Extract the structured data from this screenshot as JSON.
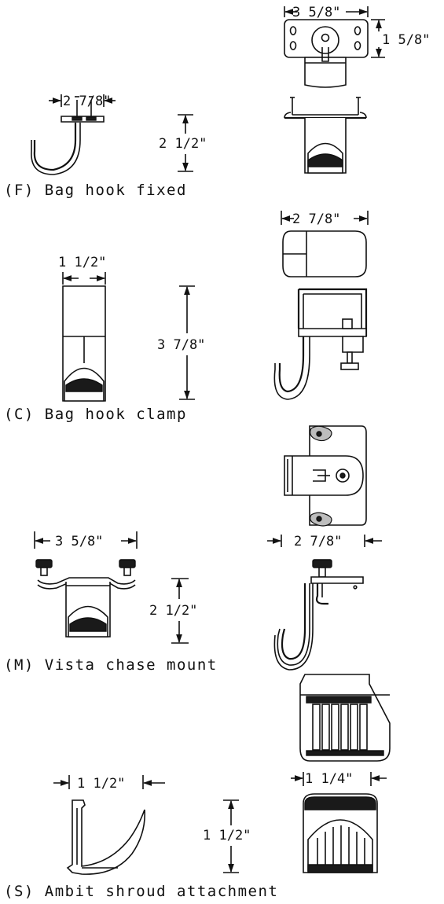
{
  "sections": {
    "fixed": {
      "caption": "(F) Bag hook fixed",
      "dims": {
        "top_width": "3 5/8\"",
        "top_height": "1 5/8\"",
        "side_width": "2 7/8\"",
        "height": "2 1/2\""
      }
    },
    "clamp": {
      "caption": "(C) Bag hook clamp",
      "dims": {
        "front_width": "1 1/2\"",
        "top_width": "2 7/8\"",
        "height": "3 7/8\""
      }
    },
    "vista": {
      "caption": "(M) Vista chase mount",
      "dims": {
        "front_width": "3 5/8\"",
        "side_width": "2 7/8\"",
        "height": "2 1/2\""
      }
    },
    "ambit": {
      "caption": "(S) Ambit shroud attachment",
      "dims": {
        "side_width": "1 1/2\"",
        "front_width": "1 1/4\"",
        "height": "1 1/2\""
      }
    }
  },
  "colors": {
    "ink": "#111111",
    "background": "#ffffff"
  }
}
